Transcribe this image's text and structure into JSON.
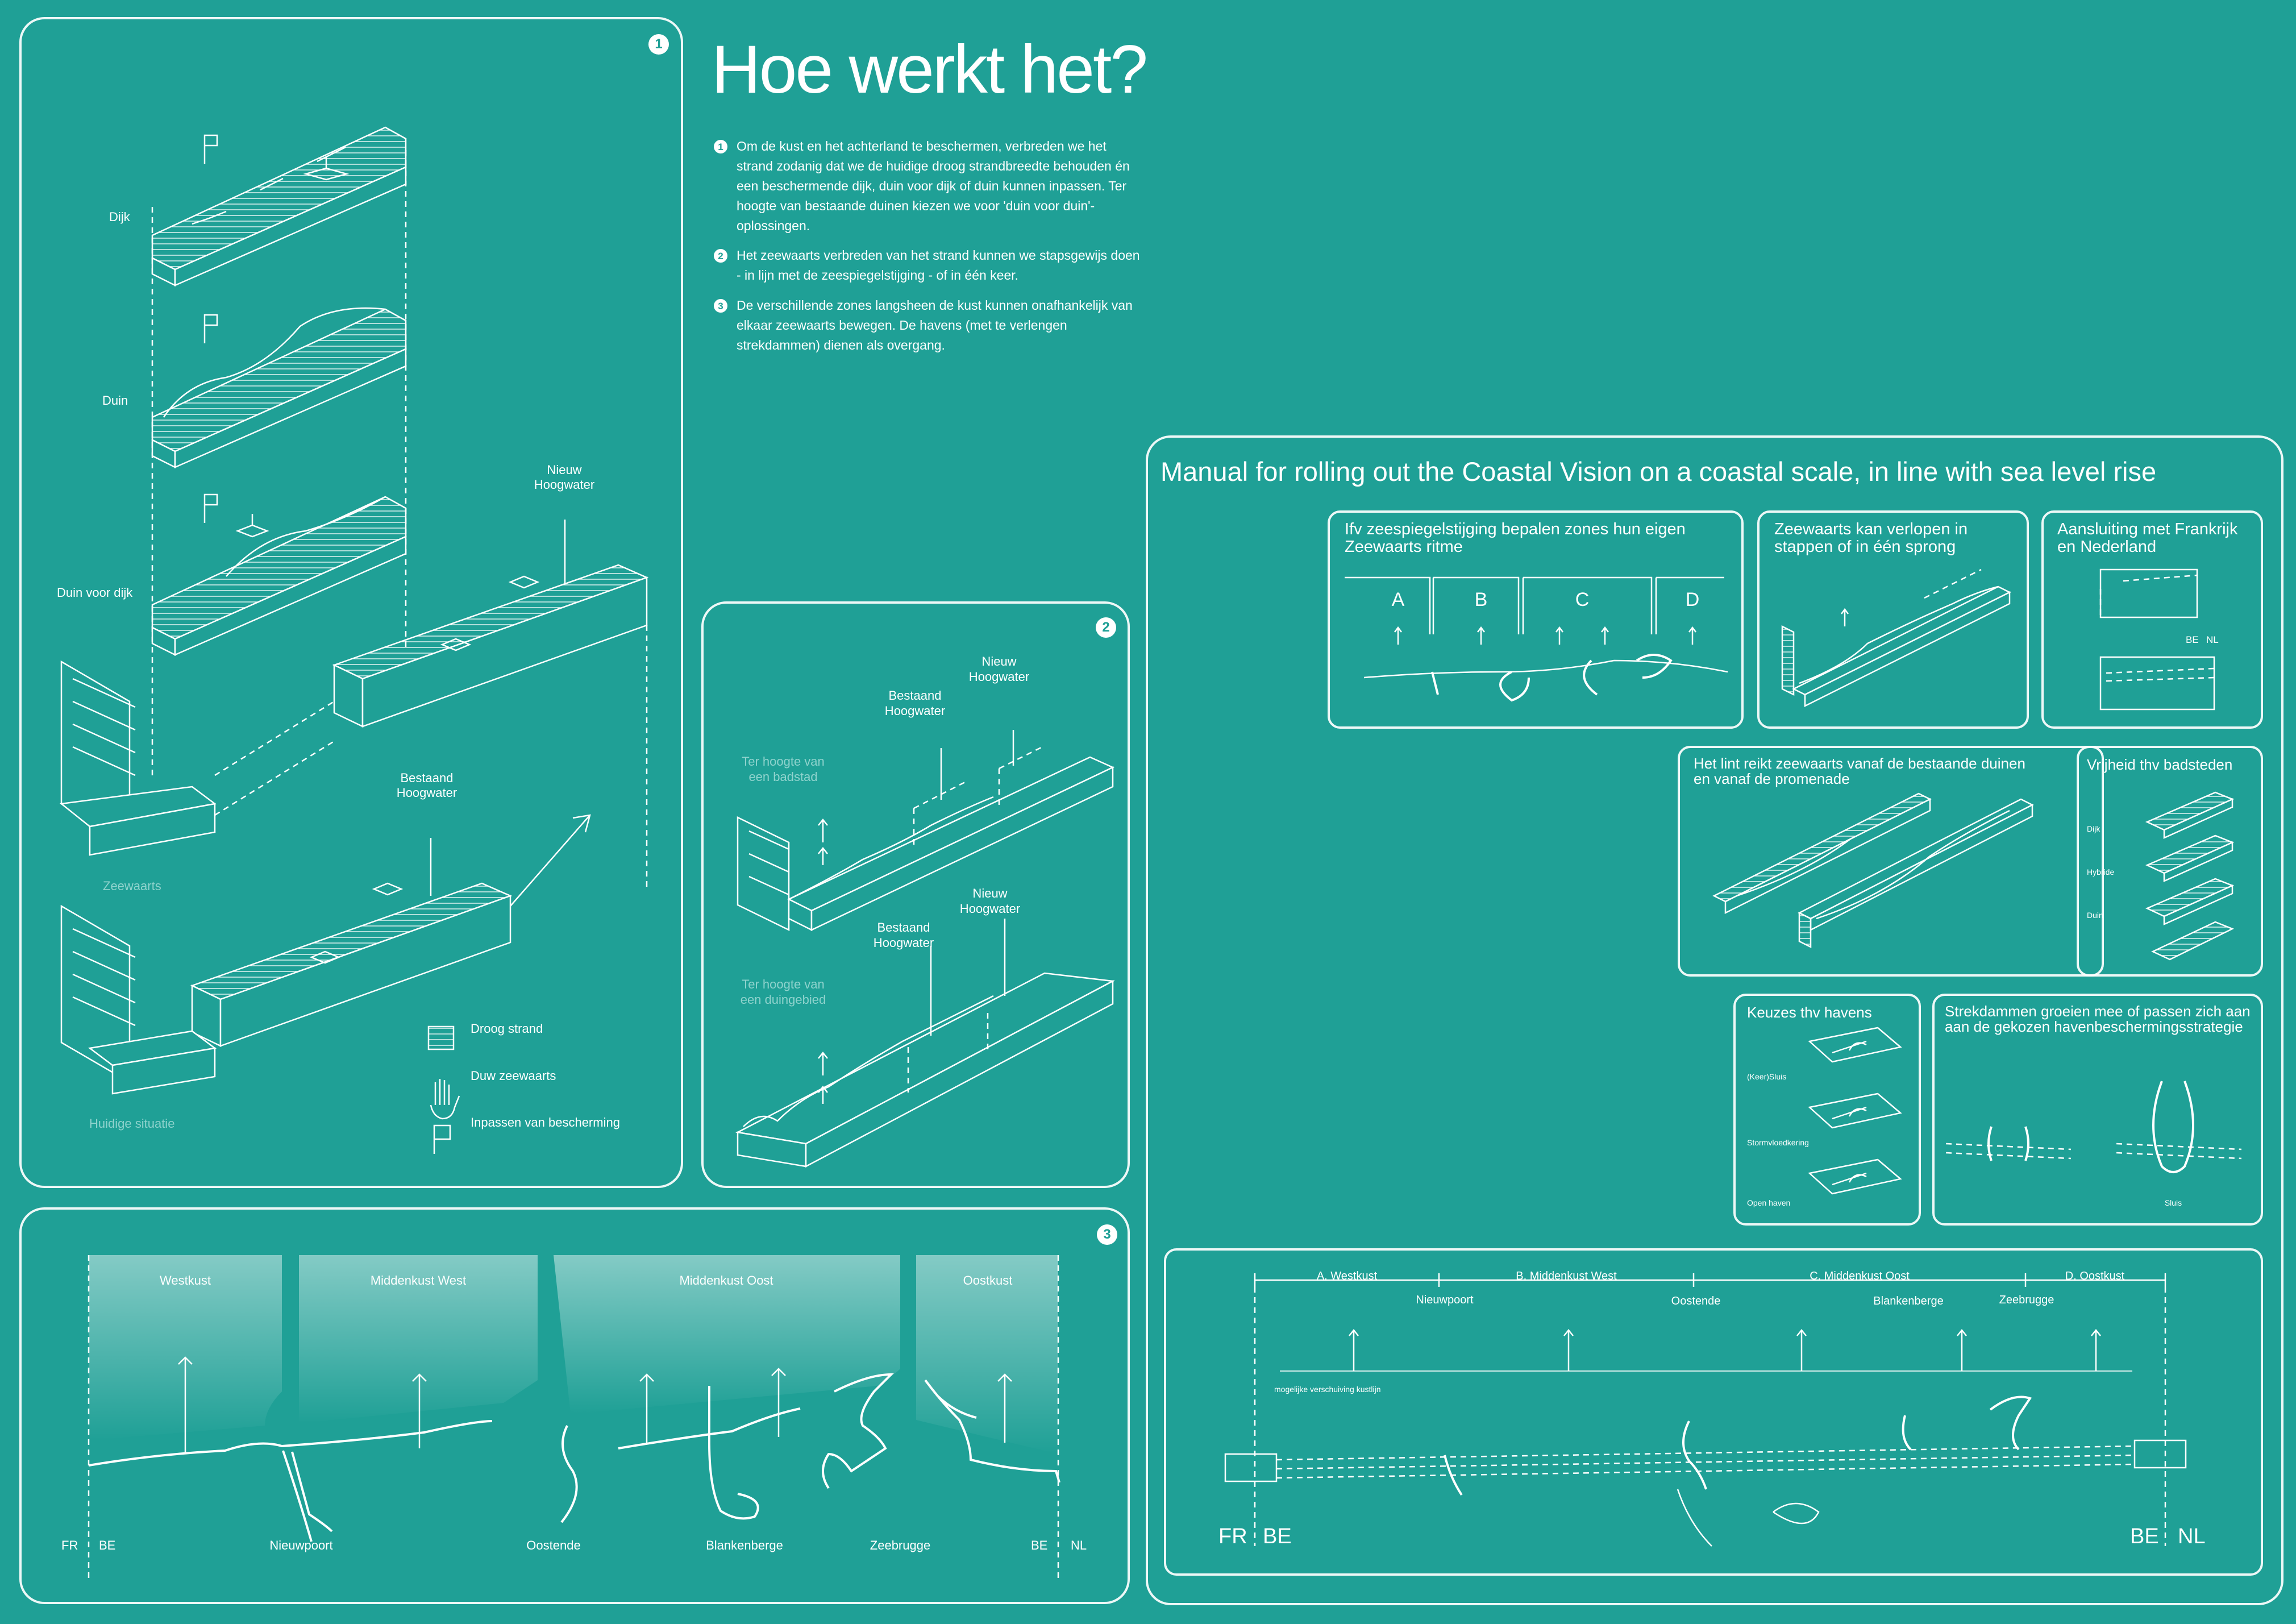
{
  "title": "Hoe werkt het?",
  "intro": [
    {
      "num": "1",
      "text": "Om de kust en het achterland te beschermen, verbreden we het strand zodanig dat we de huidige droog strandbreedte behouden én een beschermende dijk, duin voor dijk of duin kunnen inpassen. Ter hoogte van bestaande duinen kiezen we voor 'duin voor duin'-oplossingen."
    },
    {
      "num": "2",
      "text": "Het zeewaarts verbreden van het strand kunnen we stapsgewijs doen - in lijn met de zeespiegelstijging - of in één keer."
    },
    {
      "num": "3",
      "text": "De verschillende zones langsheen de kust kunnen onafhankelijk van elkaar zeewaarts bewegen. De havens (met te verlengen strekdammen) dienen als overgang."
    }
  ],
  "panel1": {
    "num": "1",
    "labels": {
      "dijk": "Dijk",
      "duin": "Duin",
      "duin_voor_dijk": "Duin voor dijk",
      "zeewaarts": "Zeewaarts",
      "huidige_situatie": "Huidige situatie",
      "nieuw_hoogwater": "Nieuw\nHoogwater",
      "bestaand_hoogwater": "Bestaand\nHoogwater"
    },
    "legend": [
      {
        "icon": "droog-strand-icon",
        "label": "Droog strand"
      },
      {
        "icon": "push-hand-icon",
        "label": "Duw zeewaarts"
      },
      {
        "icon": "flag-icon",
        "label": "Inpassen van bescherming"
      }
    ]
  },
  "panel2": {
    "num": "2",
    "top": {
      "side": "Ter hoogte van\neen badstad",
      "bestaand": "Bestaand\nHoogwater",
      "nieuw": "Nieuw\nHoogwater"
    },
    "bottom": {
      "side": "Ter hoogte van\neen duingebied",
      "bestaand": "Bestaand\nHoogwater",
      "nieuw": "Nieuw\nHoogwater"
    }
  },
  "panel3": {
    "num": "3",
    "zones": [
      "Westkust",
      "Middenkust West",
      "Middenkust Oost",
      "Oostkust"
    ],
    "places": [
      "Nieuwpoort",
      "Oostende",
      "Blankenberge",
      "Zeebrugge"
    ],
    "borders": {
      "fr": "FR",
      "be_left": "BE",
      "be_right": "BE",
      "nl": "NL"
    }
  },
  "manual": {
    "title": "Manual for rolling out the Coastal Vision on a coastal scale, in line with sea level rise",
    "cards": {
      "zones": {
        "title": "Ifv zeespiegelstijging bepalen zones hun eigen\nZeewaarts ritme",
        "letters": [
          "A",
          "B",
          "C",
          "D"
        ]
      },
      "steps": {
        "title": "Zeewaarts kan verlopen in\nstappen of in één sprong"
      },
      "aansluiting": {
        "title": "Aansluiting met Frankrijk\nen Nederland",
        "be": "BE",
        "nl": "NL"
      },
      "lint": {
        "title": "Het lint reikt zeewaarts vanaf de bestaande duinen\nen vanaf de promenade"
      },
      "vrijheid": {
        "title": "Vrijheid thv badsteden",
        "items": [
          "Dijk",
          "Hybride",
          "Duin"
        ]
      },
      "keuzes": {
        "title": "Keuzes thv havens",
        "items": [
          "(Keer)Sluis",
          "Stormvloedkering",
          "Open haven"
        ]
      },
      "strekdammen": {
        "title": "Strekdammen groeien mee of passen zich aan\naan de gekozen havenbeschermingsstrategie",
        "caption": "Sluis"
      }
    },
    "overview": {
      "zones": [
        "A. Westkust",
        "B. Middenkust West",
        "C. Middenkust Oost",
        "D. Oostkust"
      ],
      "places": [
        "Nieuwpoort",
        "Oostende",
        "Blankenberge",
        "Zeebrugge"
      ],
      "note": "mogelijke verschuiving kustlijn",
      "fr": "FR",
      "be_left": "BE",
      "be_right": "BE",
      "nl": "NL"
    }
  }
}
